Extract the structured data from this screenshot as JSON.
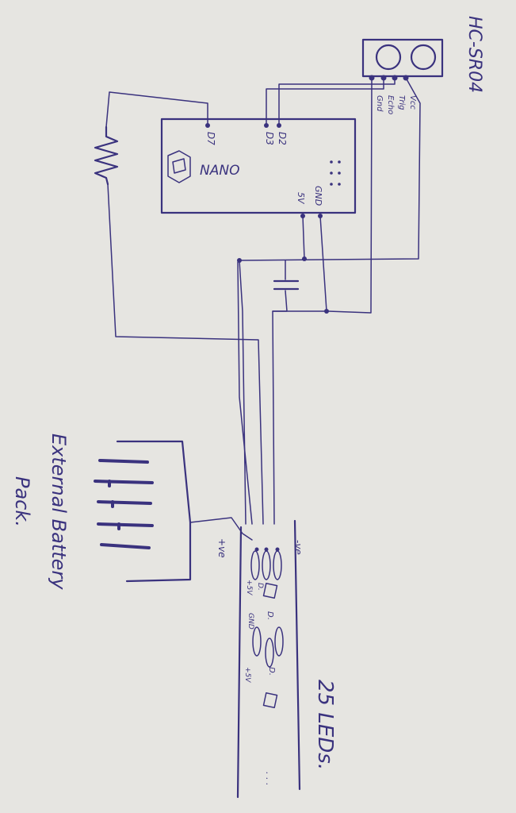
{
  "sensor": {
    "name": "HC-SR04",
    "pins": [
      "Vcc",
      "Trig",
      "Echo",
      "Gnd"
    ]
  },
  "controller": {
    "name": "NANO",
    "pin_d7": "D7",
    "pin_d3": "D3",
    "pin_d2": "D2",
    "pin_5v": "5V",
    "pin_gnd": "GND"
  },
  "battery": {
    "label_line1": "External Battery",
    "label_line2": "Pack.",
    "plus_label": "+ve"
  },
  "led_strip": {
    "label": "25 LEDs.",
    "minus_label": "-ve",
    "first_pads": [
      "+5V",
      "D.",
      "GND"
    ],
    "second_pads": [
      "D.",
      "D.",
      "+5V"
    ],
    "ellipsis": ". . ."
  },
  "colors": {
    "ink": "#3a327e",
    "paper": "#e6e5e1"
  }
}
